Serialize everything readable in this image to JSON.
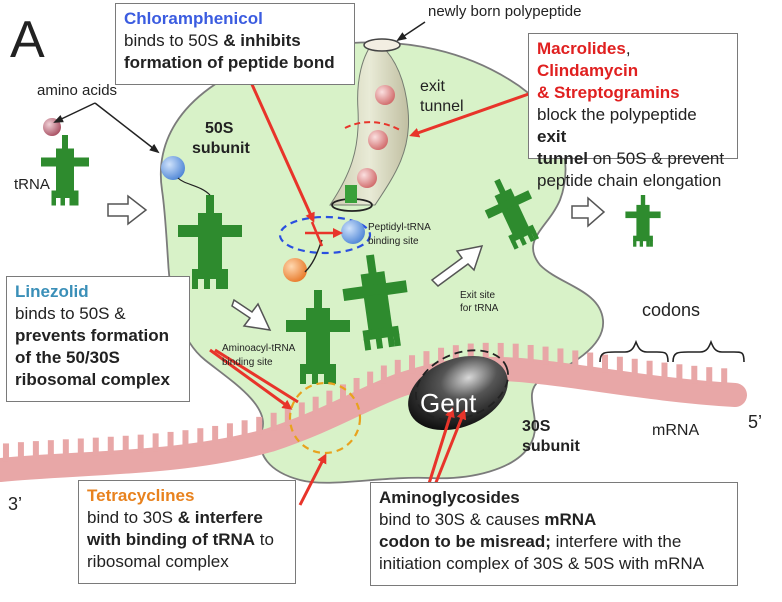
{
  "panel_letter": "A",
  "labels": {
    "newly_born": "newly born polypeptide",
    "amino_acids": "amino acids",
    "trna": "tRNA",
    "exit_tunnel_1": "exit",
    "exit_tunnel_2": "tunnel",
    "subunit_50s_1": "50S",
    "subunit_50s_2": "subunit",
    "peptidyl_1": "Peptidyl-tRNA",
    "peptidyl_2": "binding site",
    "exit_site_1": "Exit site",
    "exit_site_2": "for tRNA",
    "aminoacyl_1": "Aminoacyl-tRNA",
    "aminoacyl_2": "binding site",
    "codons": "codons",
    "gent": "Gent",
    "subunit_30s_1": "30S",
    "subunit_30s_2": "subunit",
    "mrna": "mRNA",
    "five_prime": "5’",
    "three_prime": "3’"
  },
  "boxes": {
    "chloramphenicol": {
      "title": "Chloramphenicol",
      "line1_plain": "binds to 50S ",
      "line1_bold": "& inhibits",
      "line2_bold": "formation of peptide bond"
    },
    "macrolides": {
      "title1": "Macrolides",
      "sep": ", ",
      "title2": "Clindamycin",
      "title3": "& Streptogramins",
      "line1_plain": "block the polypeptide ",
      "line1_bold": "exit",
      "line2_bold": "tunnel",
      "line2_plain": " on 50S & prevent",
      "line3_plain": "peptide chain elongation"
    },
    "linezolid": {
      "title": "Linezolid",
      "line1_plain": "binds to 50S &",
      "line2_bold": "prevents formation",
      "line3_bold": "of the 50/30S",
      "line4_bold": "ribosomal complex"
    },
    "tetracyclines": {
      "title": "Tetracyclines",
      "line1_plain": "bind to 30S ",
      "line1_bold": "& interfere",
      "line2_bold": "with binding of tRNA",
      "line2_plain": " to",
      "line3_plain": "ribosomal complex"
    },
    "aminoglycosides": {
      "title": "Aminoglycosides",
      "line1_plain": "bind to 30S & causes ",
      "line1_bold": "mRNA",
      "line2_bold": "codon to be misread;",
      "line2_plain": " interfere with the",
      "line3_plain": "initiation complex of 30S & 50S with mRNA"
    }
  },
  "colors": {
    "ribosome": "#d8f2c8",
    "ribosome_edge": "#7b7b7b",
    "trna": "#2e8b2e",
    "mrna": "#e8a7a7",
    "arrow_red": "#e8342a",
    "blue_ball": "#6aa1e6",
    "orange_ball": "#f0964a",
    "amino_acid": "#c5707e"
  }
}
